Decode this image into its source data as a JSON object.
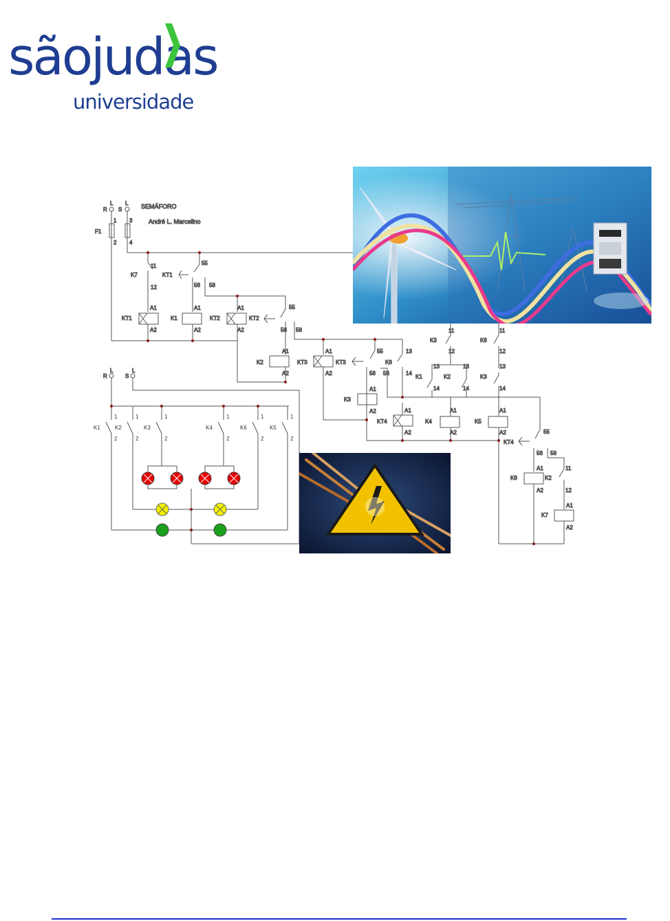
{
  "logo": {
    "word": "sãojudas",
    "subtitle": "universidade",
    "brand_color": "#1f3e92",
    "accent_color": "#3cc43c"
  },
  "schematic": {
    "title": "SEMÁFORO",
    "author": "André L. Marcelino",
    "supply_power": {
      "r": "R",
      "s": "S",
      "l1": "L",
      "l2": "L",
      "f1": "F1",
      "t1": "1",
      "t3": "3",
      "t2": "2",
      "t4": "4"
    },
    "supply_lamps": {
      "r": "R",
      "s": "S",
      "l1": "L",
      "l2": "L"
    },
    "labels": {
      "k7": "K7",
      "kt1": "KT1",
      "kt1_timer": "KT1",
      "k1": "K1",
      "kt2": "KT2",
      "kt2_timer": "KT2",
      "k2": "K2",
      "kt3": "KT3",
      "kt3_timer": "KT3",
      "k6": "K6",
      "k3": "K3",
      "kt4": "KT4",
      "k4": "K4",
      "k5": "K5",
      "kt4_timer": "KT4",
      "k6b": "K6",
      "k2b": "K2",
      "k7b": "K7",
      "k3a": "K3",
      "k6a": "K6",
      "k1b": "K1",
      "k2c": "K2",
      "k3c": "K3"
    },
    "terminals": {
      "a1": "A1",
      "a2": "A2",
      "n11": "11",
      "n12": "12",
      "n13": "13",
      "n14": "14",
      "n55": "55",
      "n56": "56",
      "n58": "58",
      "n1": "1",
      "n2": "2"
    },
    "lamp_switches": [
      "K1",
      "K2",
      "K3",
      "K4",
      "K6",
      "K5"
    ],
    "lamp_colors": {
      "red": "#e60000",
      "yellow": "#f2f200",
      "green": "#1aa01a"
    }
  },
  "images": {
    "energy_alt": "wind turbine, transmission tower and waveform collage",
    "hazard_alt": "electrical hazard warning sign with cables"
  },
  "footer": {
    "line_color": "#1f2fd0"
  }
}
